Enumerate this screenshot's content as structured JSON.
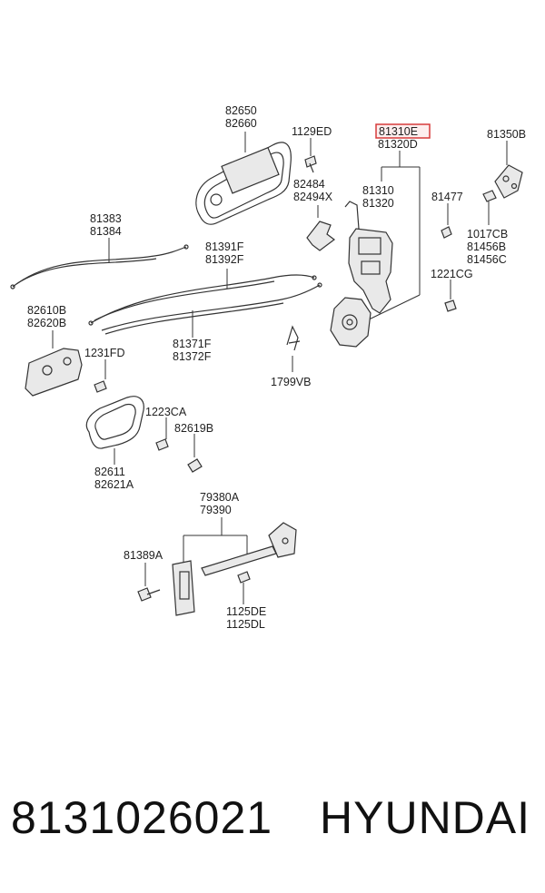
{
  "part_labels": {
    "p82650": "82650",
    "p82660": "82660",
    "p1129ED": "1129ED",
    "p81310E": "81310E",
    "p81320D": "81320D",
    "p81350B": "81350B",
    "p82484": "82484",
    "p82494X": "82494X",
    "p81310": "81310",
    "p81320": "81320",
    "p81477": "81477",
    "p1017CB": "1017CB",
    "p81456B": "81456B",
    "p81456C": "81456C",
    "p81383": "81383",
    "p81384": "81384",
    "p81391F": "81391F",
    "p81392F": "81392F",
    "p1221CG": "1221CG",
    "p82610B": "82610B",
    "p82620B": "82620B",
    "p1231FD": "1231FD",
    "p81371F": "81371F",
    "p81372F": "81372F",
    "p1799VB": "1799VB",
    "p1223CA": "1223CA",
    "p82619B": "82619B",
    "p82611": "82611",
    "p82621A": "82621A",
    "p79380A": "79380A",
    "p79390": "79390",
    "p81389A": "81389A",
    "p1125DE": "1125DE",
    "p1125DL": "1125DL"
  },
  "footer": {
    "part_number": "8131026021",
    "brand": "HYUNDAI"
  },
  "colors": {
    "highlight_border": "#d63a3a",
    "line": "#333333"
  }
}
